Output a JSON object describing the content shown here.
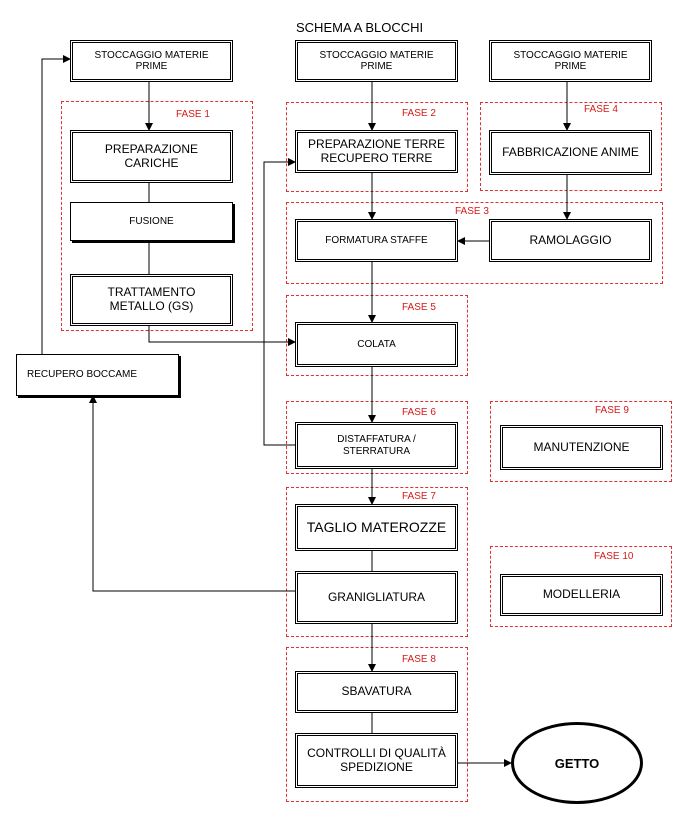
{
  "title": "SCHEMA A BLOCCHI",
  "phases": {
    "f1": "FASE 1",
    "f2": "FASE 2",
    "f3": "FASE 3",
    "f4": "FASE 4",
    "f5": "FASE 5",
    "f6": "FASE 6",
    "f7": "FASE 7",
    "f8": "FASE 8",
    "f9": "FASE 9",
    "f10": "FASE  10"
  },
  "blocks": {
    "stoccaggio_1": [
      "STOCCAGGIO MATERIE",
      "PRIME"
    ],
    "stoccaggio_2": [
      "STOCCAGGIO MATERIE",
      "PRIME"
    ],
    "stoccaggio_3": [
      "STOCCAGGIO MATERIE",
      "PRIME"
    ],
    "preparazione_cariche": [
      "PREPARAZIONE",
      "CARICHE"
    ],
    "fusione": "FUSIONE",
    "trattamento_metallo": [
      "TRATTAMENTO",
      "METALLO (GS)"
    ],
    "recupero_boccame": "RECUPERO BOCCAME",
    "preparazione_terre": [
      "PREPARAZIONE  TERRE",
      "RECUPERO TERRE"
    ],
    "fabbricazione_anime": "FABBRICAZIONE  ANIME",
    "formatura_staffe": "FORMATURA STAFFE",
    "ramolaggio": "RAMOLAGGIO",
    "colata": "COLATA",
    "distaffatura": [
      "DISTAFFATURA /",
      "STERRATURA"
    ],
    "manutenzione": "MANUTENZIONE",
    "taglio_materozze": "TAGLIO  MATEROZZE",
    "granigliatura": "GRANIGLIATURA",
    "modelleria": "MODELLERIA",
    "sbavatura": "SBAVATURA",
    "controlli": [
      "CONTROLLI DI QUALITÀ",
      "SPEDIZIONE"
    ],
    "getto": "GETTO"
  }
}
